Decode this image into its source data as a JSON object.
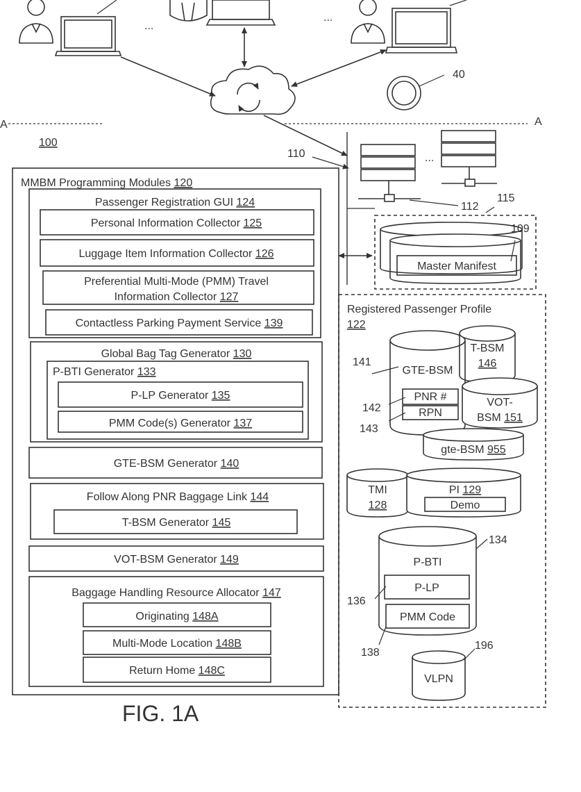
{
  "top": {
    "ellipsis_left": "...",
    "ellipsis_right": "...",
    "ref_40": "40"
  },
  "section": {
    "marker_left": "A",
    "marker_right": "A",
    "ref_100": "100"
  },
  "modules": {
    "title": "MMBM Programming Modules",
    "title_ref": "120",
    "registration": {
      "title": "Passenger Registration GUI",
      "ref": "124",
      "items": [
        {
          "text": "Personal Information Collector",
          "ref": "125"
        },
        {
          "text": "Luggage Item Information Collector",
          "ref": "126"
        },
        {
          "text": "Preferential Multi-Mode (PMM) Travel",
          "line2": "Information Collector",
          "ref": "127"
        },
        {
          "text": "Contactless Parking Payment Service",
          "ref": "139"
        }
      ]
    },
    "global_bag_tag": {
      "title": "Global Bag Tag Generator",
      "ref": "130",
      "pbti": {
        "title": "P-BTI Generator",
        "ref": "133"
      },
      "plp": {
        "text": "P-LP Generator",
        "ref": "135"
      },
      "pmm_code": {
        "text": "PMM Code(s) Generator",
        "ref": "137"
      }
    },
    "gte_bsm": {
      "text": "GTE-BSM Generator",
      "ref": "140"
    },
    "follow_along": {
      "title": "Follow Along PNR Baggage Link",
      "ref": "144",
      "tbsm": {
        "text": "T-BSM Generator",
        "ref": "145"
      }
    },
    "vot_bsm": {
      "text": "VOT-BSM Generator",
      "ref": "149"
    },
    "resource_allocator": {
      "title": "Baggage Handling Resource Allocator",
      "ref": "147",
      "items": [
        {
          "text": "Originating",
          "ref": "148A"
        },
        {
          "text": "Multi-Mode Location",
          "ref": "148B"
        },
        {
          "text": "Return Home",
          "ref": "148C"
        }
      ]
    }
  },
  "servers": {
    "ref_110": "110",
    "ellipsis": "...",
    "ref_112": "112",
    "ref_115": "115",
    "ref_109": "109",
    "master_manifest": "Master Manifest"
  },
  "profile": {
    "title": "Registered Passenger Profile",
    "ref": "122",
    "gte_bsm": "GTE-BSM",
    "ref_141": "141",
    "pnr": "PNR #",
    "rpn": "RPN",
    "ref_142": "142",
    "ref_143": "143",
    "tbsm": "T-BSM",
    "tbsm_ref": "146",
    "vot_line1": "VOT-",
    "vot_line2": "BSM",
    "vot_ref": "151",
    "gte_small": "gte-BSM",
    "gte_small_ref": "955",
    "tmi": "TMI",
    "tmi_ref": "128",
    "pi": "PI",
    "pi_ref": "129",
    "demo": "Demo",
    "pbti": "P-BTI",
    "pbti_ref": "134",
    "plp": "P-LP",
    "pmm_code": "PMM Code",
    "ref_136": "136",
    "ref_138": "138",
    "vlpn": "VLPN",
    "vlpn_ref": "196"
  },
  "caption": "FIG. 1A"
}
